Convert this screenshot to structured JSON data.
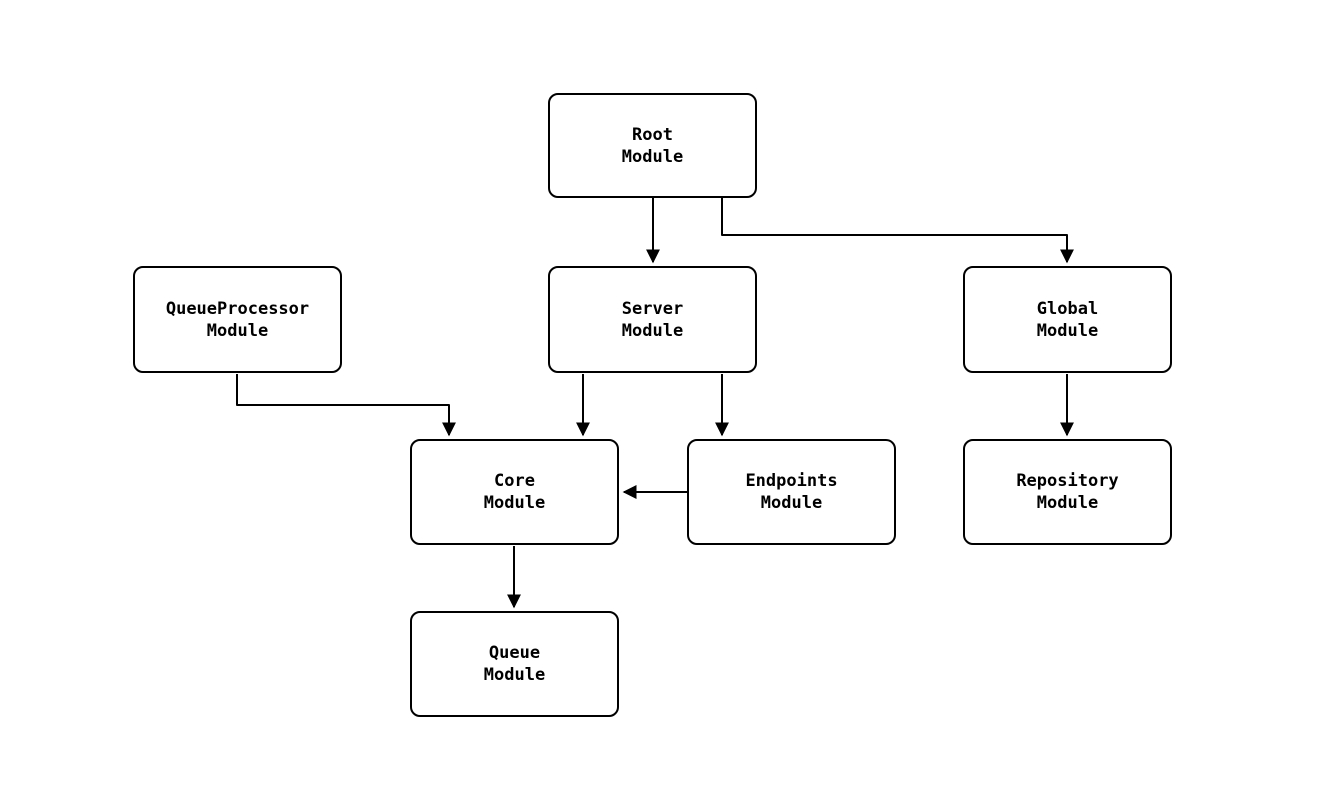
{
  "diagram": {
    "type": "module-dependency-graph",
    "background_color": "#ffffff",
    "node_fill": "#ffffff",
    "node_border_color": "#000000",
    "arrow_color": "#000000",
    "nodes": {
      "root": {
        "label": "Root\nModule"
      },
      "queueprocessor": {
        "label": "QueueProcessor\nModule"
      },
      "server": {
        "label": "Server\nModule"
      },
      "global": {
        "label": "Global\nModule"
      },
      "core": {
        "label": "Core\nModule"
      },
      "endpoints": {
        "label": "Endpoints\nModule"
      },
      "repository": {
        "label": "Repository\nModule"
      },
      "queue": {
        "label": "Queue\nModule"
      }
    },
    "edges": [
      {
        "from": "Root Module",
        "to": "Server Module"
      },
      {
        "from": "Root Module",
        "to": "Global Module"
      },
      {
        "from": "QueueProcessor Module",
        "to": "Core Module"
      },
      {
        "from": "Server Module",
        "to": "Core Module"
      },
      {
        "from": "Server Module",
        "to": "Endpoints Module"
      },
      {
        "from": "Global Module",
        "to": "Repository Module"
      },
      {
        "from": "Endpoints Module",
        "to": "Core Module"
      },
      {
        "from": "Core Module",
        "to": "Queue Module"
      }
    ]
  }
}
